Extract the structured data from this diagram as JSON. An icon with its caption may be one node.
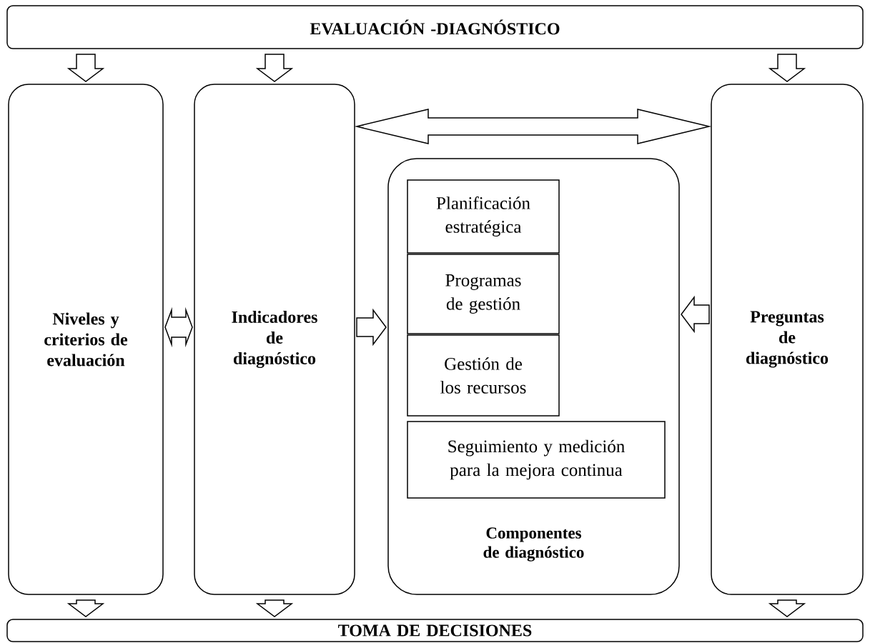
{
  "diagram": {
    "nodes": [
      {
        "text": [
          "EVALUACIÓN -DIAGNÓSTICO"
        ]
      },
      {
        "text": [
          "Niveles y criterios de evaluación"
        ]
      },
      {
        "text": [
          "Indicadores de diagnóstico"
        ]
      },
      {
        "text": [
          "Componentes de diagnóstico"
        ]
      },
      {
        "text": [
          "Planificación estratégica"
        ],
        "in": 3
      },
      {
        "text": [
          "Programas de gestión"
        ],
        "in": 3
      },
      {
        "text": [
          "Gestión de los recursos"
        ],
        "in": 3
      },
      {
        "text": [
          "Seguimiento y medición para la mejora continua"
        ],
        "in": 3
      },
      {
        "text": [
          "Preguntas de diagnóstico"
        ]
      },
      {
        "text": [
          "TOMA DE DECISIONES"
        ]
      }
    ],
    "edges": [
      {
        "from": 0,
        "to": 1,
        "arrow": "to"
      },
      {
        "from": 0,
        "to": 2,
        "arrow": "to"
      },
      {
        "from": 0,
        "to": 8,
        "arrow": "to"
      },
      {
        "from": 1,
        "to": 2,
        "arrow": "both"
      },
      {
        "from": 2,
        "to": 8,
        "arrow": "both"
      },
      {
        "from": 2,
        "to": 3,
        "arrow": "to"
      },
      {
        "from": 8,
        "to": 3,
        "arrow": "to"
      },
      {
        "from": 1,
        "to": 9,
        "arrow": "to"
      },
      {
        "from": 2,
        "to": 9,
        "arrow": "to"
      },
      {
        "from": 8,
        "to": 9,
        "arrow": "to"
      }
    ]
  }
}
